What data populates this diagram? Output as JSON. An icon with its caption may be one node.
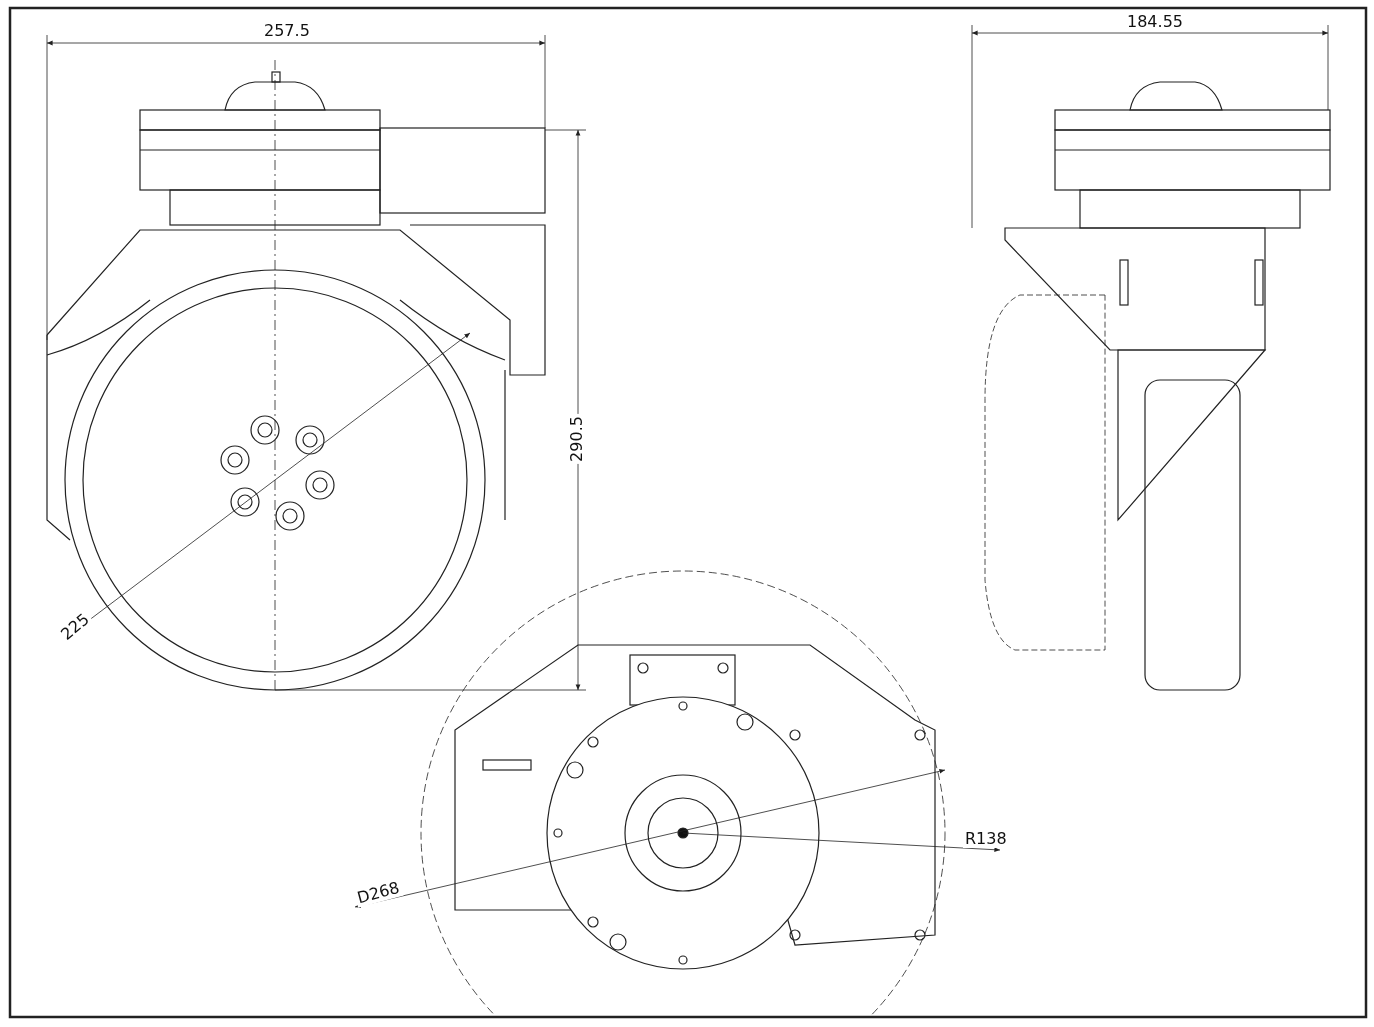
{
  "diagram": {
    "labels": [
      "257.5",
      "184.55",
      "290.5",
      "225",
      "R138",
      "D268"
    ]
  }
}
